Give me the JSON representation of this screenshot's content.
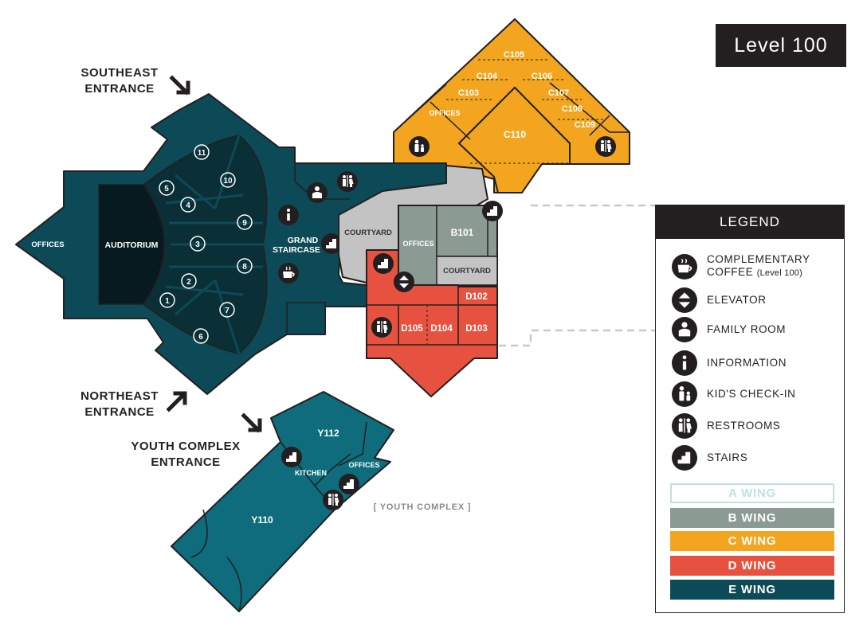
{
  "level": "Level 100",
  "colors": {
    "e_wing": "#0d4a57",
    "e_wing_dark": "#0a2f37",
    "auditorium": "#061a1f",
    "youth": "#0e6c7c",
    "c_wing": "#f3a51f",
    "d_wing": "#e6523f",
    "b_wing": "#8c9a94",
    "courtyard": "#c3c3c3",
    "ink": "#231f20"
  },
  "entrances": {
    "southeast": [
      "SOUTHEAST",
      "ENTRANCE"
    ],
    "northeast": [
      "NORTHEAST",
      "ENTRANCE"
    ],
    "youth": [
      "YOUTH COMPLEX",
      "ENTRANCE"
    ]
  },
  "rooms": {
    "offices_west": "OFFICES",
    "auditorium": "AUDITORIUM",
    "grand_staircase": [
      "GRAND",
      "STAIRCASE"
    ],
    "courtyard_1": "COURTYARD",
    "courtyard_2": "COURTYARD",
    "offices_b": "OFFICES",
    "b101": "B101",
    "c105": "C105",
    "c104": "C104",
    "c106": "C106",
    "c103": "C103",
    "c107": "C107",
    "c108": "C108",
    "c109": "C109",
    "c110": "C110",
    "offices_c": "OFFICES",
    "d102": "D102",
    "d103": "D103",
    "d104": "D104",
    "d105": "D105",
    "y112": "Y112",
    "y110": "Y110",
    "kitchen": "KITCHEN",
    "offices_y": "OFFICES",
    "youth_complex": "[ YOUTH COMPLEX ]"
  },
  "sections": [
    "1",
    "2",
    "3",
    "4",
    "5",
    "6",
    "7",
    "8",
    "9",
    "10",
    "11"
  ],
  "legend": {
    "title": "LEGEND",
    "items": [
      {
        "icon": "coffee-icon",
        "label": "COMPLEMENTARY",
        "label2": "COFFEE",
        "note": "(Level 100)"
      },
      {
        "icon": "elevator-icon",
        "label": "ELEVATOR"
      },
      {
        "icon": "family-room-icon",
        "label": "FAMILY ROOM"
      },
      {
        "icon": "information-icon",
        "label": "INFORMATION"
      },
      {
        "icon": "kids-checkin-icon",
        "label": "KID'S CHECK-IN"
      },
      {
        "icon": "restrooms-icon",
        "label": "RESTROOMS"
      },
      {
        "icon": "stairs-icon",
        "label": "STAIRS"
      }
    ],
    "wings": [
      {
        "label": "A WING",
        "color": "#ffffff",
        "border": "#bfe0df",
        "text": "#bfe0df"
      },
      {
        "label": "B WING",
        "color": "#8c9a94"
      },
      {
        "label": "C WING",
        "color": "#f3a51f"
      },
      {
        "label": "D WING",
        "color": "#e6523f"
      },
      {
        "label": "E WING",
        "color": "#0d4a57"
      }
    ]
  }
}
